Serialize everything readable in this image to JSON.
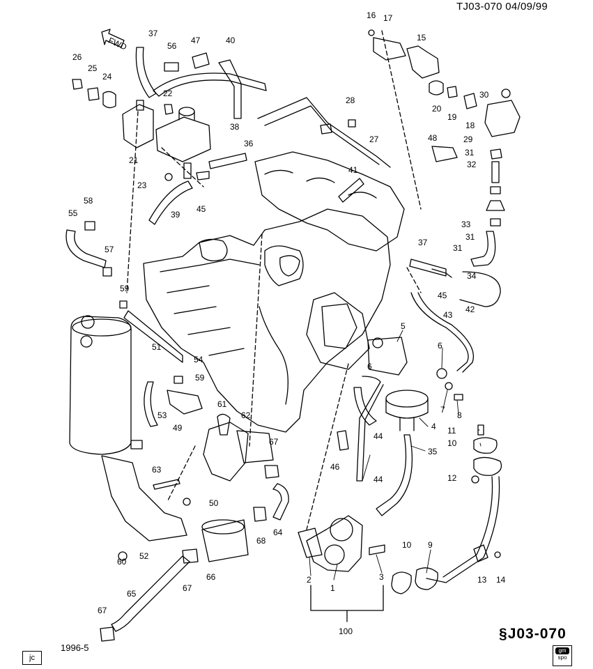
{
  "header": {
    "doc_id": "TJ03-070  04/09/99",
    "code_big": "J03-070",
    "date_code": "1996-5",
    "jc": "jc",
    "gm_top": "gm",
    "gm_bottom": "spo"
  },
  "fwd_label": "FWD",
  "callouts": [
    {
      "label": "1"
    },
    {
      "label": "2"
    },
    {
      "label": "3"
    },
    {
      "label": "4"
    },
    {
      "label": "5"
    },
    {
      "label": "6"
    },
    {
      "label": "6"
    },
    {
      "label": "7"
    },
    {
      "label": "8"
    },
    {
      "label": "9"
    },
    {
      "label": "10"
    },
    {
      "label": "10"
    },
    {
      "label": "11"
    },
    {
      "label": "12"
    },
    {
      "label": "13"
    },
    {
      "label": "14"
    },
    {
      "label": "15"
    },
    {
      "label": "16"
    },
    {
      "label": "17"
    },
    {
      "label": "18"
    },
    {
      "label": "19"
    },
    {
      "label": "20"
    },
    {
      "label": "21"
    },
    {
      "label": "22"
    },
    {
      "label": "23"
    },
    {
      "label": "24"
    },
    {
      "label": "25"
    },
    {
      "label": "26"
    },
    {
      "label": "27"
    },
    {
      "label": "28"
    },
    {
      "label": "29"
    },
    {
      "label": "30"
    },
    {
      "label": "31"
    },
    {
      "label": "31"
    },
    {
      "label": "31"
    },
    {
      "label": "32"
    },
    {
      "label": "33"
    },
    {
      "label": "34"
    },
    {
      "label": "35"
    },
    {
      "label": "36"
    },
    {
      "label": "37"
    },
    {
      "label": "37"
    },
    {
      "label": "38"
    },
    {
      "label": "39"
    },
    {
      "label": "40"
    },
    {
      "label": "41"
    },
    {
      "label": "42"
    },
    {
      "label": "43"
    },
    {
      "label": "44"
    },
    {
      "label": "44"
    },
    {
      "label": "45"
    },
    {
      "label": "45"
    },
    {
      "label": "46"
    },
    {
      "label": "47"
    },
    {
      "label": "48"
    },
    {
      "label": "49"
    },
    {
      "label": "50"
    },
    {
      "label": "51"
    },
    {
      "label": "52"
    },
    {
      "label": "53"
    },
    {
      "label": "54"
    },
    {
      "label": "55"
    },
    {
      "label": "56"
    },
    {
      "label": "57"
    },
    {
      "label": "58"
    },
    {
      "label": "59"
    },
    {
      "label": "59"
    },
    {
      "label": "60"
    },
    {
      "label": "61"
    },
    {
      "label": "62"
    },
    {
      "label": "63"
    },
    {
      "label": "64"
    },
    {
      "label": "65"
    },
    {
      "label": "66"
    },
    {
      "label": "67"
    },
    {
      "label": "67"
    },
    {
      "label": "67"
    },
    {
      "label": "68"
    },
    {
      "label": "100"
    }
  ]
}
